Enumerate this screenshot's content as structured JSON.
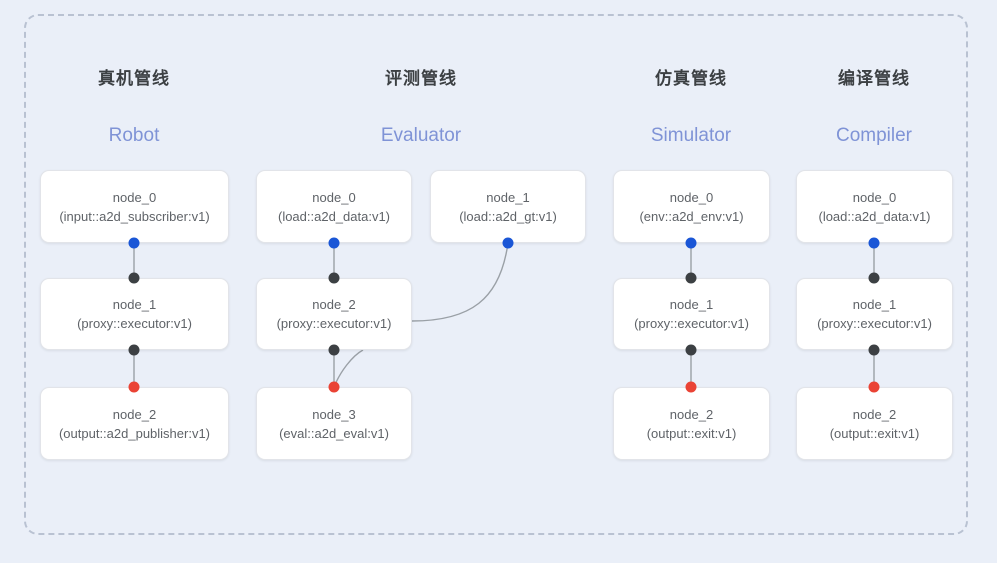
{
  "diagram": {
    "frame_style": "dashed",
    "background_color": "#eaeff8",
    "frame_color": "#b9c2d2",
    "port_colors": {
      "output": "#1a56d6",
      "input": "#3c4043",
      "terminal": "#ea4335"
    },
    "edge_color": "#9aa0a6"
  },
  "columns": [
    {
      "title": "真机管线",
      "subtitle": "Robot",
      "nodes": [
        {
          "name": "node_0",
          "type": "(input::a2d_subscriber:v1)"
        },
        {
          "name": "node_1",
          "type": "(proxy::executor:v1)"
        },
        {
          "name": "node_2",
          "type": "(output::a2d_publisher:v1)"
        }
      ]
    },
    {
      "title": "评测管线",
      "subtitle": "Evaluator",
      "nodes": [
        {
          "name": "node_0",
          "type": "(load::a2d_data:v1)"
        },
        {
          "name": "node_2",
          "type": "(proxy::executor:v1)"
        },
        {
          "name": "node_3",
          "type": "(eval::a2d_eval:v1)"
        },
        {
          "name": "node_1",
          "type": "(load::a2d_gt:v1)"
        }
      ]
    },
    {
      "title": "仿真管线",
      "subtitle": "Simulator",
      "nodes": [
        {
          "name": "node_0",
          "type": "(env::a2d_env:v1)"
        },
        {
          "name": "node_1",
          "type": "(proxy::executor:v1)"
        },
        {
          "name": "node_2",
          "type": "(output::exit:v1)"
        }
      ]
    },
    {
      "title": "编译管线",
      "subtitle": "Compiler",
      "nodes": [
        {
          "name": "node_0",
          "type": "(load::a2d_data:v1)"
        },
        {
          "name": "node_1",
          "type": "(proxy::executor:v1)"
        },
        {
          "name": "node_2",
          "type": "(output::exit:v1)"
        }
      ]
    }
  ]
}
